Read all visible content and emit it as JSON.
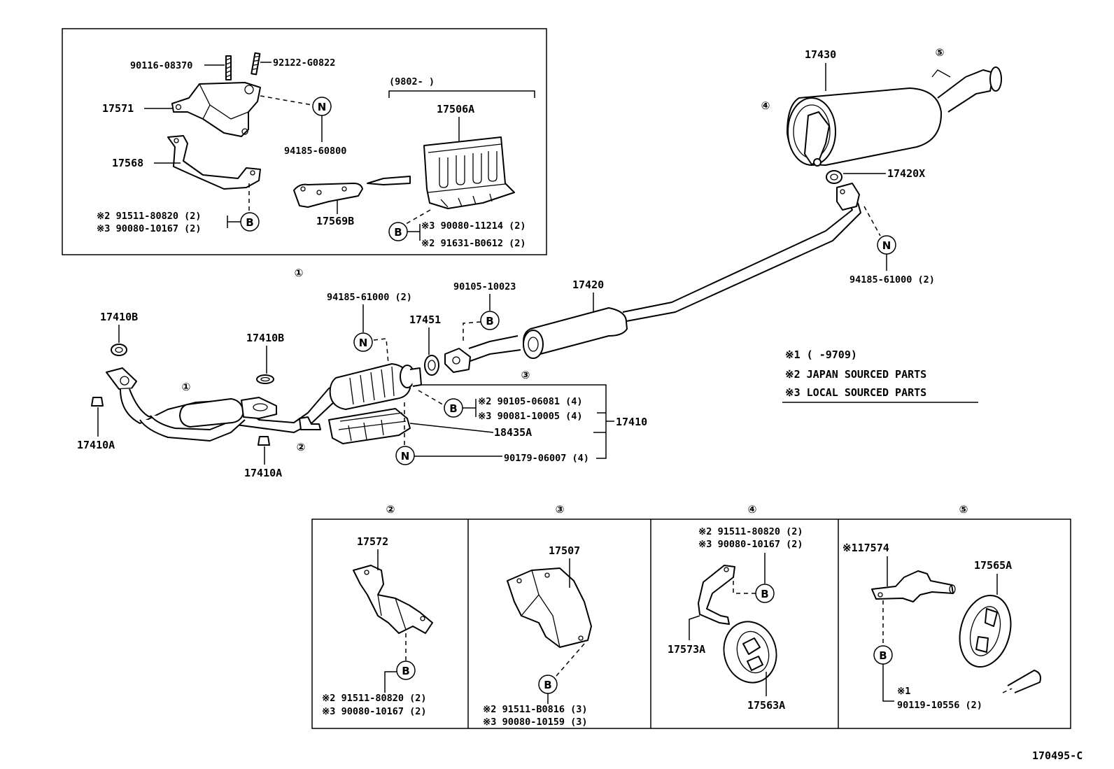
{
  "labels": {
    "p90116": "90116-08370",
    "p92122": "92122-G0822",
    "p17571": "17571",
    "p94185_60800": "94185-60800",
    "p17568": "17568",
    "inset_note1": "※2 91511-80820 (2)",
    "inset_note2": "※3 90080-10167 (2)",
    "date_range": "(9802-     )",
    "p17506A": "17506A",
    "p17569B": "17569B",
    "inset_note3": "※3 90080-11214 (2)",
    "inset_note4": "※2 91631-B0612 (2)",
    "c1": "①",
    "c2": "②",
    "c3": "③",
    "c4": "④",
    "c5": "⑤",
    "p17430": "17430",
    "p17420X": "17420X",
    "p94185_61000_r": "94185-61000 (2)",
    "p17420": "17420",
    "p90105_10023": "90105-10023",
    "p17451": "17451",
    "p94185_61000_l": "94185-61000 (2)",
    "p17410B_a": "17410B",
    "p17410B_b": "17410B",
    "p17410A_a": "17410A",
    "p17410A_b": "17410A",
    "main_note1": "※2 90105-06081 (4)",
    "main_note2": "※3 90081-10005 (4)",
    "p17410": "17410",
    "p18435A": "18435A",
    "p90179": "90179-06007 (4)",
    "legend1": "※1 (     -9709)",
    "legend2": "※2 JAPAN SOURCED PARTS",
    "legend3": "※3 LOCAL SOURCED PARTS",
    "b2_part": "17572",
    "b2_note1": "※2 91511-80820 (2)",
    "b2_note2": "※3 90080-10167 (2)",
    "b3_part": "17507",
    "b3_note1": "※2 91511-B0816 (3)",
    "b3_note2": "※3 90080-10159 (3)",
    "b4_note1": "※2 91511-80820 (2)",
    "b4_note2": "※3 90080-10167 (2)",
    "b4_part1": "17573A",
    "b4_part2": "17563A",
    "b5_part1": "※117574",
    "b5_part2": "17565A",
    "b5_note1": "※1",
    "b5_note2": "90119-10556 (2)",
    "callout_N": "N",
    "callout_B": "B",
    "diagram_id": "170495-C"
  }
}
